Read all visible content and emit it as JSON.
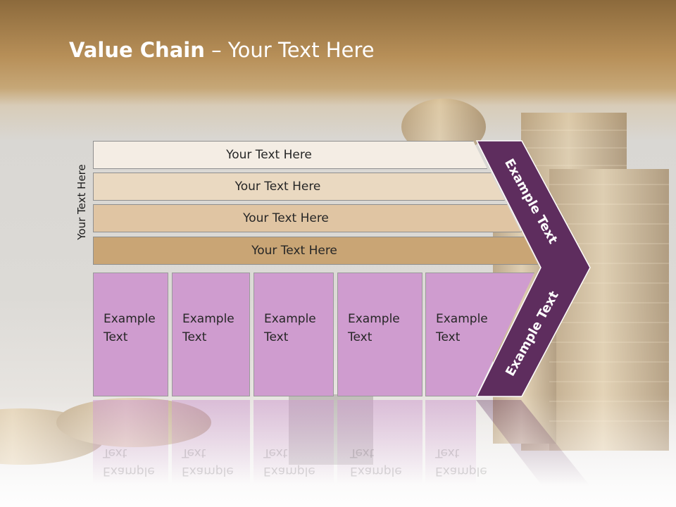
{
  "title": {
    "bold": "Value Chain",
    "rest": " – Your Text Here"
  },
  "side_label": "Your Text Here",
  "bars": [
    {
      "label": "Your Text Here",
      "color": "#f4ede4"
    },
    {
      "label": "Your Text Here",
      "color": "#ead9c1"
    },
    {
      "label": "Your Text Here",
      "color": "#e0c5a3"
    },
    {
      "label": "Your Text Here",
      "color": "#c9a575"
    }
  ],
  "cells": [
    {
      "line1": "Example",
      "line2": "Text"
    },
    {
      "line1": "Example",
      "line2": "Text"
    },
    {
      "line1": "Example",
      "line2": "Text"
    },
    {
      "line1": "Example",
      "line2": "Text"
    },
    {
      "line1": "Example",
      "line2": "Text"
    }
  ],
  "chevron": {
    "upper": "Example Text",
    "lower": "Example Text",
    "color": "#5e2d5e"
  }
}
